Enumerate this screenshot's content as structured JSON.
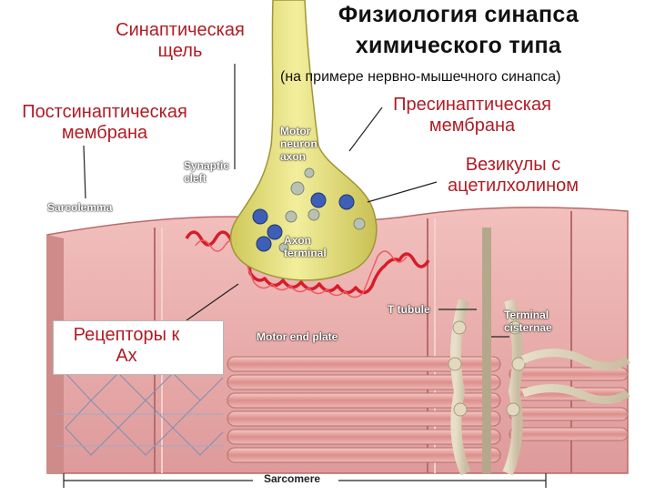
{
  "title_line1": "Физиология синапса",
  "title_line2": "химического типа",
  "subtitle": "(на примере нервно-мышечного синапса)",
  "labels_ru": {
    "synaptic_cleft": "Синаптическая\nщель",
    "postsynaptic_membrane": "Постсинаптическая\nмембрана",
    "presynaptic_membrane": "Пресинаптическая\nмембрана",
    "vesicles": "Везикулы с\nацетилхолином",
    "receptors": "Рецепторы к\nАх"
  },
  "labels_en": {
    "motor_neuron_axon": "Motor\nneuron\naxon",
    "synaptic_cleft": "Synaptic\ncleft",
    "sarcolemma": "Sarcolemma",
    "axon_terminal": "Axon\nterminal",
    "t_tubule": "T tubule",
    "terminal_cisternae": "Terminal\ncisternae",
    "motor_end_plate": "Motor end plate",
    "sarcomere": "Sarcomere"
  },
  "colors": {
    "russian_label": "#b01c24",
    "axon_fill": "#e8e27a",
    "muscle_fill": "#e7a5a5",
    "junctional_folds": "#d81c2a",
    "vesicle_blue": "#3d5fb8",
    "vesicle_gray": "#b9c2b2"
  }
}
